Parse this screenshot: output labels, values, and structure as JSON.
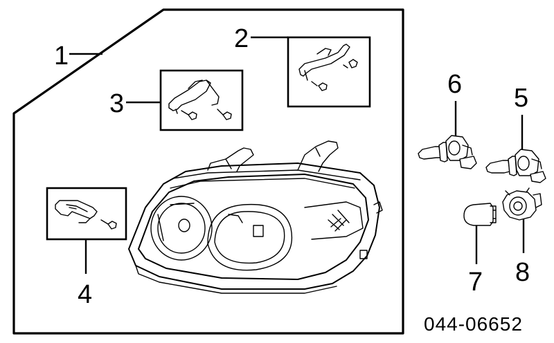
{
  "diagram": {
    "callouts": {
      "c1": "1",
      "c2": "2",
      "c3": "3",
      "c4": "4",
      "c5": "5",
      "c6": "6",
      "c7": "7",
      "c8": "8"
    },
    "part_number": "044-06652"
  }
}
